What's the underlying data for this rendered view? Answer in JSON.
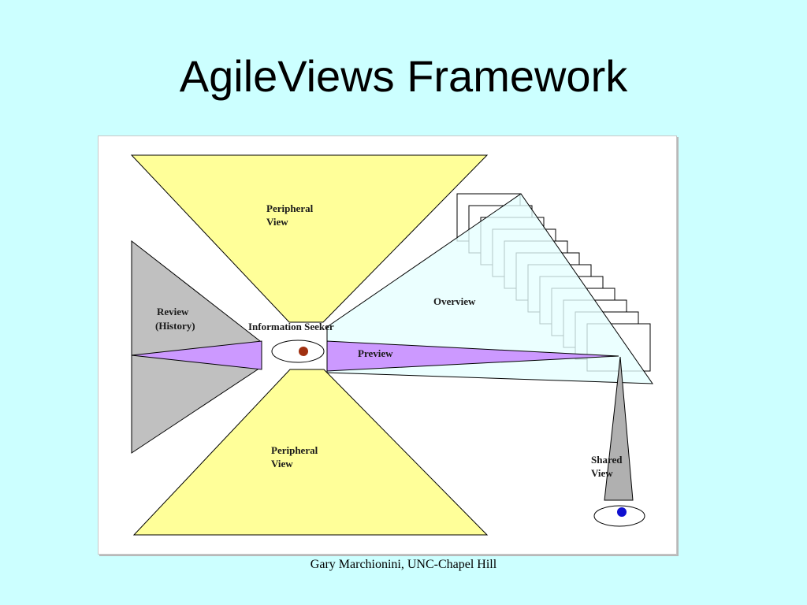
{
  "slide": {
    "title": "AgileViews Framework",
    "footer": "Gary Marchionini, UNC-Chapel Hill"
  },
  "diagram": {
    "labels": {
      "peripheral_top_1": "Peripheral",
      "peripheral_top_2": "View",
      "peripheral_bottom_1": "Peripheral",
      "peripheral_bottom_2": "View",
      "review_1": "Review",
      "review_2": "(History)",
      "information_seeker": "Information Seeker",
      "overview": "Overview",
      "preview": "Preview",
      "shared_1": "Shared",
      "shared_2": "View"
    },
    "colors": {
      "background": "#ccffff",
      "peripheral_fill": "#ffff99",
      "review_fill": "#c0c0c0",
      "preview_fill": "#cc99ff",
      "overview_fill": "#e6ffff",
      "shared_fill": "#b0b0b0",
      "seeker_pupil": "#a03010",
      "shared_pupil": "#1010d0"
    }
  }
}
